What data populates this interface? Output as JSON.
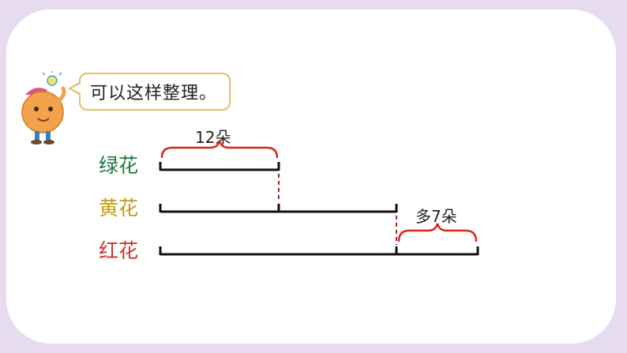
{
  "speech_bubble": {
    "text": "可以这样整理。"
  },
  "rows": [
    {
      "label": "绿花",
      "color": "#1f7a3c"
    },
    {
      "label": "黄花",
      "color": "#c29a16"
    },
    {
      "label": "红花",
      "color": "#c8352c"
    }
  ],
  "annotations": {
    "green_count": "12朵",
    "red_more": "多7朵"
  },
  "colors": {
    "background": "#e7dcef",
    "brace": "#d9261c",
    "dashed": "#a0282a",
    "segment": "#111111",
    "bubble_border": "#e2bf6a"
  }
}
